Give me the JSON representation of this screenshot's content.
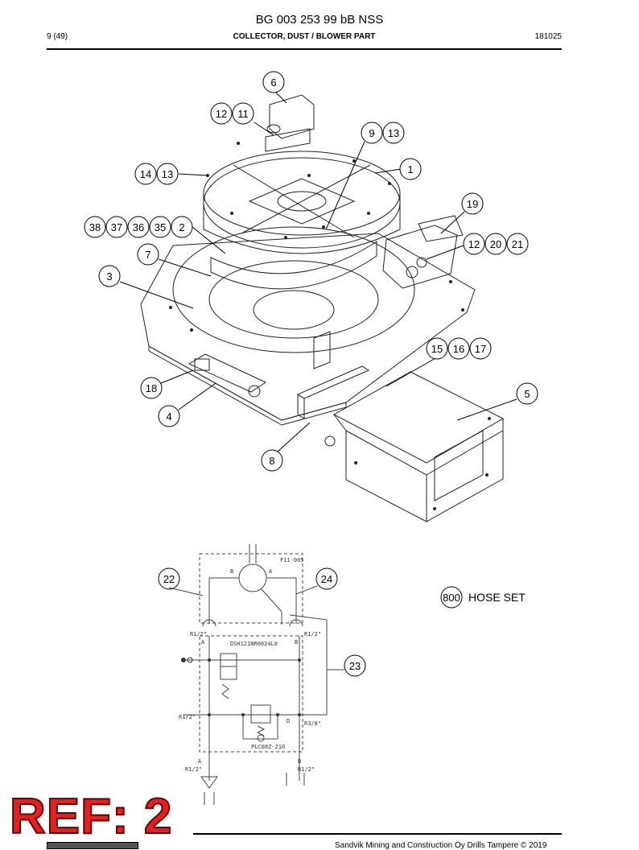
{
  "header": {
    "title": "BG 003 253 99 bB NSS",
    "page": "9 (49)",
    "section": "COLLECTOR, DUST / BLOWER PART",
    "doc_id": "181025"
  },
  "callouts": [
    "6",
    "12",
    "11",
    "9",
    "13",
    "14",
    "13",
    "1",
    "19",
    "38",
    "37",
    "36",
    "35",
    "2",
    "12",
    "20",
    "21",
    "7",
    "3",
    "15",
    "16",
    "17",
    "5",
    "18",
    "4",
    "8",
    "22",
    "24",
    "23",
    "800"
  ],
  "hose_set": {
    "number": "800",
    "label": "HOSE SET"
  },
  "schematic": {
    "valve_label": "F11-005",
    "dir_valve": "DSH121NR0024L0",
    "relief_valve": "PLC08Z-210",
    "ports": [
      "R1/2\"",
      "R1/2\"",
      "R1/2\"",
      "R3/8\"",
      "R1/2\"",
      "R1/2\""
    ],
    "port_letters": [
      "A",
      "B",
      "A",
      "B",
      "D",
      "A",
      "B"
    ]
  },
  "footer": {
    "text": "Sandvik Mining and Construction Oy Drills Tampere © 2019",
    "ref_stamp": "REF: 2"
  }
}
